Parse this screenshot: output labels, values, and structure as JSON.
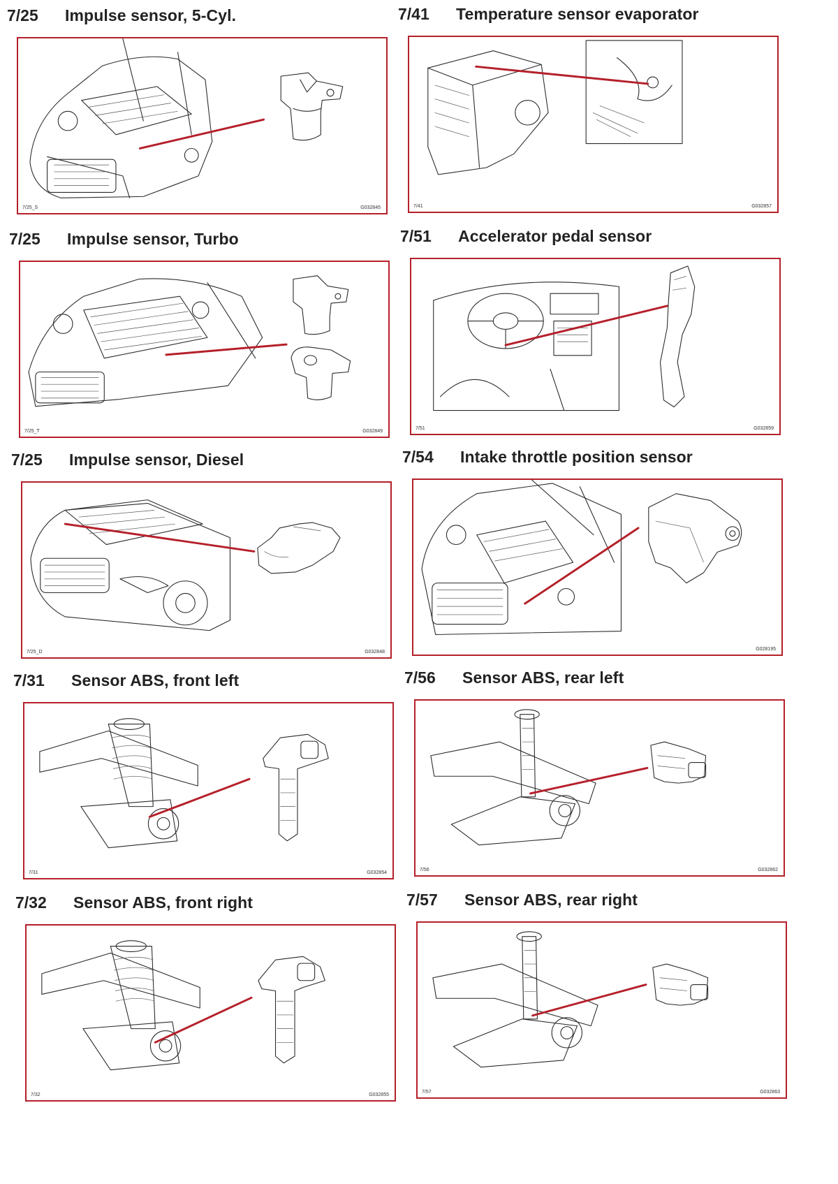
{
  "accent_color": "#b5202a",
  "panels": [
    {
      "code": "7/25",
      "title": "Impulse sensor, 5-Cyl.",
      "left_label": "7/25_S",
      "right_label": "G032845"
    },
    {
      "code": "7/41",
      "title": "Temperature sensor evaporator",
      "left_label": "7/41",
      "right_label": "G032857"
    },
    {
      "code": "7/25",
      "title": "Impulse sensor, Turbo",
      "left_label": "7/25_T",
      "right_label": "G032849"
    },
    {
      "code": "7/51",
      "title": "Accelerator pedal sensor",
      "left_label": "7/51",
      "right_label": "G032859"
    },
    {
      "code": "7/25",
      "title": "Impulse sensor, Diesel",
      "left_label": "7/25_D",
      "right_label": "G032848"
    },
    {
      "code": "7/54",
      "title": "Intake throttle position sensor",
      "left_label": "",
      "right_label": "G028195"
    },
    {
      "code": "7/31",
      "title": "Sensor ABS, front left",
      "left_label": "7/31",
      "right_label": "G032854"
    },
    {
      "code": "7/56",
      "title": "Sensor ABS, rear left",
      "left_label": "7/56",
      "right_label": "G032862"
    },
    {
      "code": "7/32",
      "title": "Sensor ABS, front right",
      "left_label": "7/32",
      "right_label": "G032855"
    },
    {
      "code": "7/57",
      "title": "Sensor ABS, rear right",
      "left_label": "7/57",
      "right_label": "G032863"
    }
  ]
}
